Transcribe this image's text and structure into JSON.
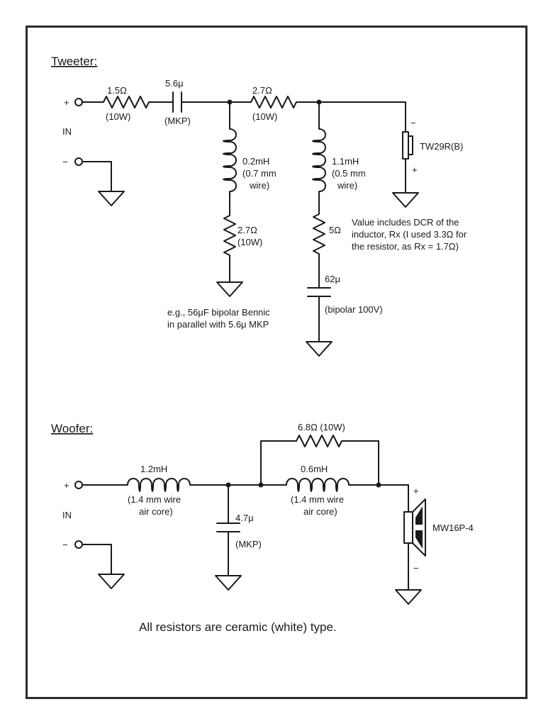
{
  "tweeter": {
    "heading": "Tweeter:",
    "in_plus": "+",
    "in_label": "IN",
    "in_minus": "−",
    "r1_value": "1.5Ω",
    "r1_power": "(10W)",
    "c1_value": "5.6μ",
    "c1_type": "(MKP)",
    "r2_value": "2.7Ω",
    "r2_power": "(10W)",
    "l1_value": "0.2mH",
    "l1_wire": "(0.7 mm",
    "l1_wire2": "wire)",
    "r3_value": "2.7Ω",
    "r3_power": "(10W)",
    "l2_value": "1.1mH",
    "l2_wire": "(0.5 mm",
    "l2_wire2": "wire)",
    "r4_value": "5Ω",
    "r4_note": [
      "Value includes DCR of the",
      "inductor, Rx (I used 3.3Ω for",
      "the resistor, as Rx = 1.7Ω)"
    ],
    "c2_value": "62μ",
    "c2_type": "(bipolar 100V)",
    "c2_note": [
      "e.g., 56μF bipolar Bennic",
      "in parallel with 5.6μ MKP"
    ],
    "driver_name": "TW29R(B)",
    "driver_minus": "−",
    "driver_plus": "+"
  },
  "woofer": {
    "heading": "Woofer:",
    "in_plus": "+",
    "in_label": "IN",
    "in_minus": "−",
    "l1_value": "1.2mH",
    "l1_desc": "(1.4 mm wire",
    "l1_desc2": "air core)",
    "c1_value": "4.7μ",
    "c1_type": "(MKP)",
    "r1_value": "6.8Ω (10W)",
    "l2_value": "0.6mH",
    "l2_desc": "(1.4 mm wire",
    "l2_desc2": "air core)",
    "driver_name": "MW16P-4",
    "driver_plus": "+",
    "driver_minus": "−"
  },
  "footer_note": "All resistors are ceramic (white) type."
}
